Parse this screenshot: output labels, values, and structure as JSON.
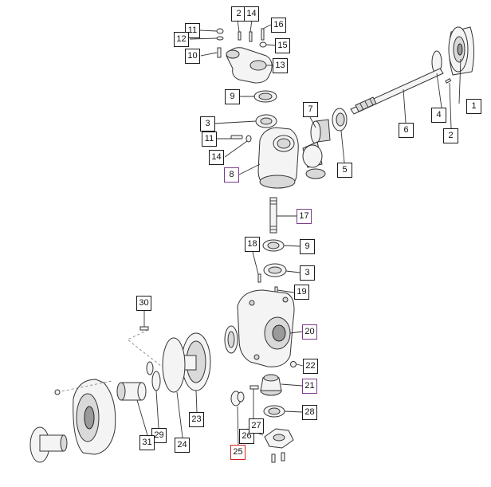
{
  "callouts": [
    {
      "id": "c1",
      "label": "1",
      "variant": "black"
    },
    {
      "id": "c2a",
      "label": "2",
      "variant": "black"
    },
    {
      "id": "c2b",
      "label": "2",
      "variant": "black"
    },
    {
      "id": "c3a",
      "label": "3",
      "variant": "black"
    },
    {
      "id": "c3b",
      "label": "3",
      "variant": "black"
    },
    {
      "id": "c4",
      "label": "4",
      "variant": "black"
    },
    {
      "id": "c5",
      "label": "5",
      "variant": "black"
    },
    {
      "id": "c6",
      "label": "6",
      "variant": "black"
    },
    {
      "id": "c7",
      "label": "7",
      "variant": "black"
    },
    {
      "id": "c8",
      "label": "8",
      "variant": "purple"
    },
    {
      "id": "c9a",
      "label": "9",
      "variant": "black"
    },
    {
      "id": "c9b",
      "label": "9",
      "variant": "black"
    },
    {
      "id": "c10",
      "label": "10",
      "variant": "black"
    },
    {
      "id": "c11a",
      "label": "11",
      "variant": "black"
    },
    {
      "id": "c11b",
      "label": "11",
      "variant": "black"
    },
    {
      "id": "c12",
      "label": "12",
      "variant": "black"
    },
    {
      "id": "c13",
      "label": "13",
      "variant": "black"
    },
    {
      "id": "c14a",
      "label": "14",
      "variant": "black"
    },
    {
      "id": "c14b",
      "label": "14",
      "variant": "black"
    },
    {
      "id": "c15",
      "label": "15",
      "variant": "black"
    },
    {
      "id": "c16",
      "label": "16",
      "variant": "black"
    },
    {
      "id": "c17",
      "label": "17",
      "variant": "purple"
    },
    {
      "id": "c18",
      "label": "18",
      "variant": "black"
    },
    {
      "id": "c19",
      "label": "19",
      "variant": "black"
    },
    {
      "id": "c20",
      "label": "20",
      "variant": "purple"
    },
    {
      "id": "c21",
      "label": "21",
      "variant": "purple"
    },
    {
      "id": "c22",
      "label": "22",
      "variant": "black"
    },
    {
      "id": "c23",
      "label": "23",
      "variant": "black"
    },
    {
      "id": "c24",
      "label": "24",
      "variant": "black"
    },
    {
      "id": "c25",
      "label": "25",
      "variant": "red"
    },
    {
      "id": "c26",
      "label": "26",
      "variant": "black"
    },
    {
      "id": "c27",
      "label": "27",
      "variant": "black"
    },
    {
      "id": "c28",
      "label": "28",
      "variant": "black"
    },
    {
      "id": "c29",
      "label": "29",
      "variant": "black"
    },
    {
      "id": "c30",
      "label": "30",
      "variant": "black"
    },
    {
      "id": "c31",
      "label": "31",
      "variant": "black"
    }
  ],
  "colors": {
    "callout_border": "#1a1a1a",
    "highlight_purple": "#7a3b8c",
    "highlight_red": "#d42020",
    "part_fill": "#f4f4f4",
    "outline": "#333333"
  },
  "icons": {
    "part_drawings": "exploded-assembly-drawing"
  }
}
